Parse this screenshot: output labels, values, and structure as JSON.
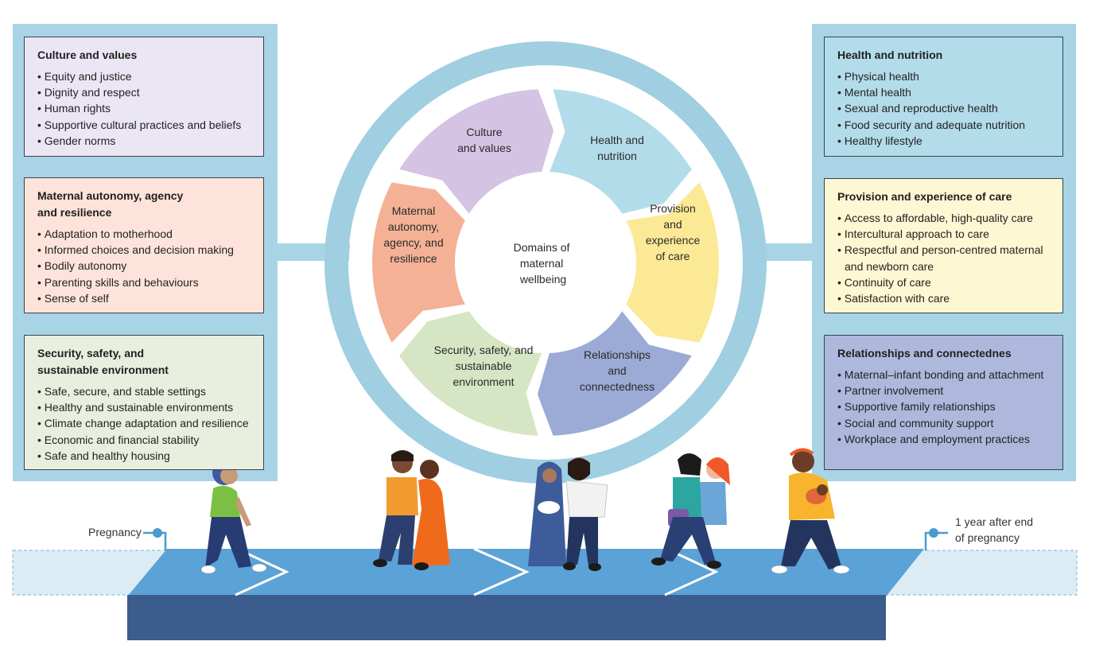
{
  "diagram": {
    "center_label": [
      "Domains of",
      "maternal",
      "wellbeing"
    ],
    "segments": [
      {
        "key": "health",
        "label": [
          "Health and",
          "nutrition"
        ],
        "color": "#b3dcea"
      },
      {
        "key": "provision",
        "label": [
          "Provision",
          "and",
          "experience",
          "of care"
        ],
        "color": "#fce995"
      },
      {
        "key": "relationships",
        "label": [
          "Relationships",
          "and",
          "connectedness"
        ],
        "color": "#9cabd5"
      },
      {
        "key": "security",
        "label": [
          "Security, safety, and",
          "sustainable",
          "environment"
        ],
        "color": "#d6e5c3"
      },
      {
        "key": "autonomy",
        "label": [
          "Maternal",
          "autonomy,",
          "agency, and",
          "resilience"
        ],
        "color": "#f4b195"
      },
      {
        "key": "culture",
        "label": [
          "Culture",
          "and  values"
        ],
        "color": "#d4c3e3"
      }
    ],
    "colors": {
      "panel": "#a8d4e6",
      "ring": "#9fcfe1",
      "road": "#5ba2d6",
      "road_dark": "#3d5c8e",
      "road_light": "#dcecf4"
    }
  },
  "boxes": {
    "culture": {
      "title": [
        "Culture and values"
      ],
      "items": [
        "Equity and justice",
        "Dignity and respect",
        "Human rights",
        "Supportive cultural practices and beliefs",
        "Gender norms"
      ],
      "bg": "#ebe6f3"
    },
    "autonomy": {
      "title": [
        "Maternal autonomy, agency",
        "and resilience"
      ],
      "items": [
        "Adaptation to motherhood",
        "Informed choices and decision making",
        "Bodily autonomy",
        "Parenting skills and behaviours",
        "Sense of self"
      ],
      "bg": "#fde3d9"
    },
    "security": {
      "title": [
        "Security, safety, and",
        "sustainable environment"
      ],
      "items": [
        "Safe, secure, and stable settings",
        "Healthy and sustainable environments",
        "Climate change adaptation and resilience",
        "Economic and financial stability",
        "Safe and healthy housing"
      ],
      "bg": "#e9efdf"
    },
    "health": {
      "title": [
        "Health and nutrition"
      ],
      "items": [
        "Physical health",
        "Mental health",
        "Sexual and reproductive health",
        "Food security and adequate nutrition",
        "Healthy lifestyle"
      ],
      "bg": "#b3dcea"
    },
    "provision": {
      "title": [
        "Provision and experience of care"
      ],
      "items": [
        "Access to affordable, high-quality care",
        "Intercultural approach to care",
        "Respectful and person-centred maternal and newborn care",
        "Continuity of care",
        "Satisfaction with care"
      ],
      "bg": "#fef7d3"
    },
    "relationships": {
      "title": [
        "Relationships and connectednes"
      ],
      "items": [
        "Maternal–infant bonding and attachment",
        "Partner involvement",
        "Supportive family relationships",
        "Social and community support",
        "Workplace and employment practices"
      ],
      "bg": "#aeb8dd"
    }
  },
  "timeline": {
    "start_label": "Pregnancy",
    "end_label": [
      "1 year after end",
      "of pregnancy"
    ]
  }
}
